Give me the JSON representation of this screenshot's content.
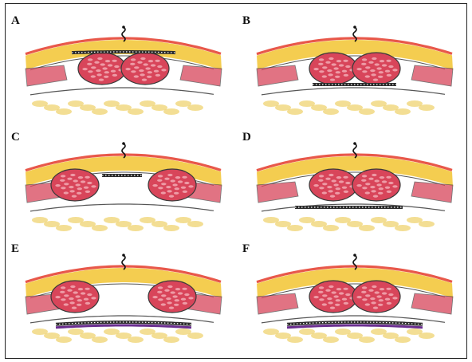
{
  "panels": [
    {
      "id": "A",
      "label": "A",
      "mesh_position": "onlay",
      "linea_alba_closed": true
    },
    {
      "id": "B",
      "label": "B",
      "mesh_position": "retromuscular",
      "linea_alba_closed": true
    },
    {
      "id": "C",
      "label": "C",
      "mesh_position": "inlay",
      "linea_alba_closed": false
    },
    {
      "id": "D",
      "label": "D",
      "mesh_position": "preperitoneal",
      "linea_alba_closed": true
    },
    {
      "id": "E",
      "label": "E",
      "mesh_position": "intraperitoneal",
      "linea_alba_closed": false
    },
    {
      "id": "F",
      "label": "F",
      "mesh_position": "intraperitoneal",
      "linea_alba_closed": true
    }
  ],
  "colors": {
    "skin": "#e8584a",
    "fat": "#f2c431",
    "muscle": "#d8455a",
    "muscle_fiber": "#f5b8c0",
    "mesh": "#2b2b2b",
    "peritoneal_barrier": "#6a2d8f",
    "fascia": "#555555",
    "bowel_fat": "#e9c23c"
  }
}
